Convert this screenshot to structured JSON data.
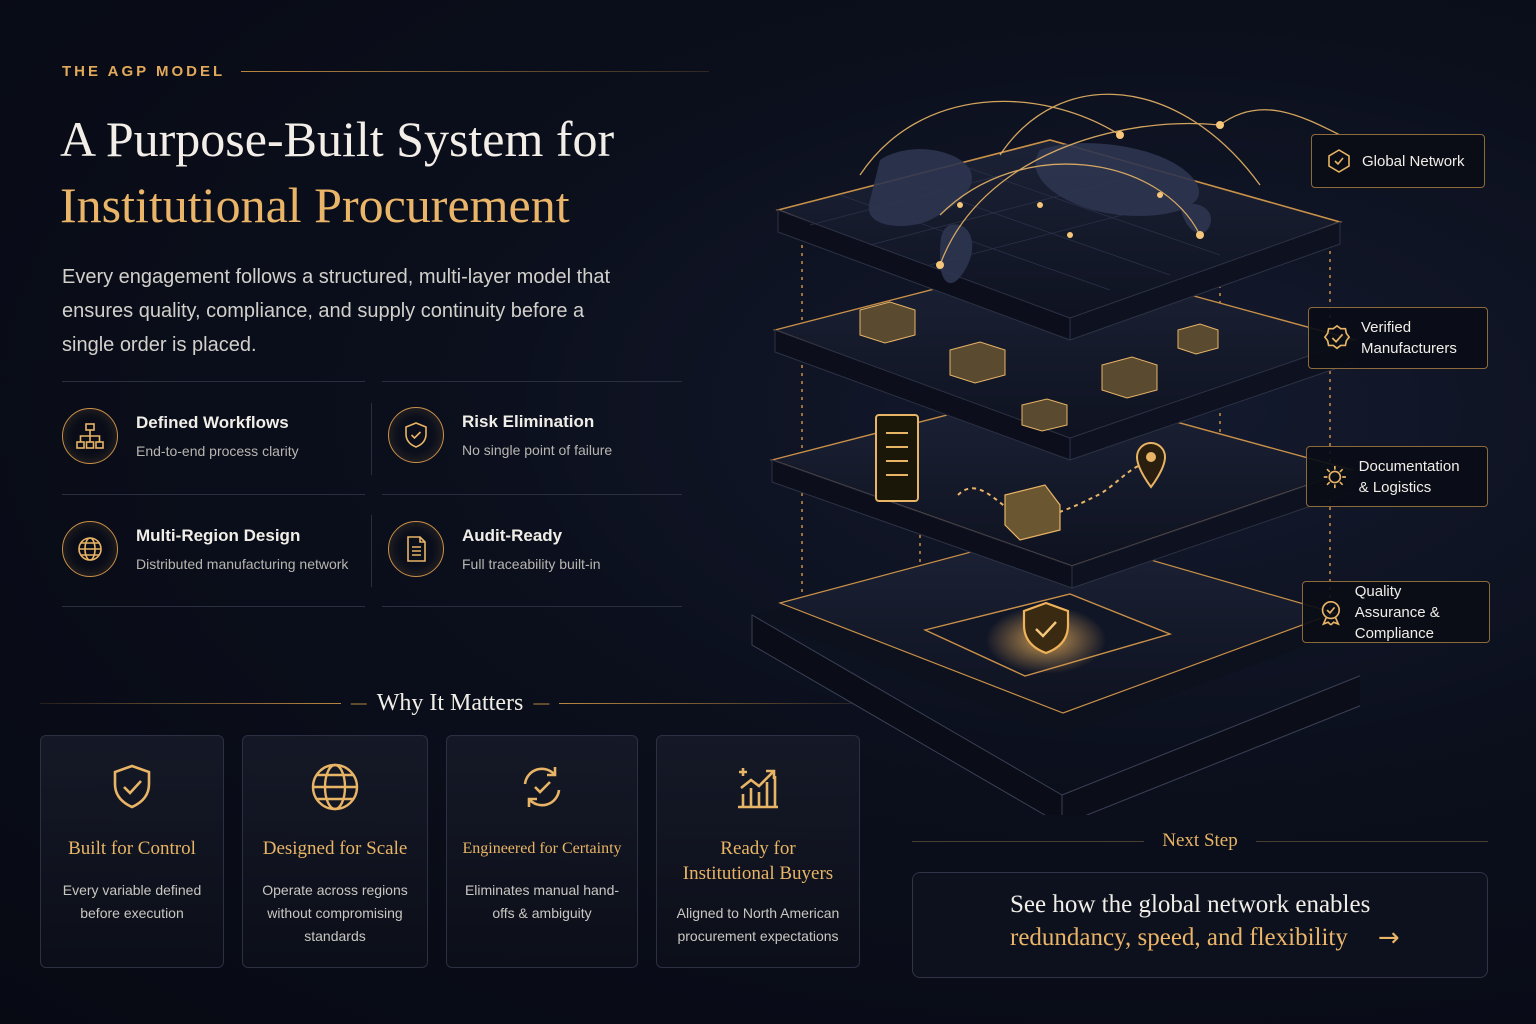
{
  "eyebrow": "THE AGP MODEL",
  "title": {
    "line1": "A Purpose-Built System for",
    "line2": "Institutional Procurement"
  },
  "lead": "Every engagement follows a structured, multi-layer model that ensures quality, compliance, and supply continuity before a single order is placed.",
  "features": [
    {
      "title": "Defined Workflows",
      "sub": "End-to-end process clarity",
      "icon": "workflow-icon"
    },
    {
      "title": "Risk Elimination",
      "sub": "No single point of failure",
      "icon": "shield-icon"
    },
    {
      "title": "Multi-Region Design",
      "sub": "Distributed manufacturing network",
      "icon": "globe-icon"
    },
    {
      "title": "Audit-Ready",
      "sub": "Full traceability built-in",
      "icon": "document-icon"
    }
  ],
  "why": {
    "label": "Why It Matters",
    "cards": [
      {
        "title": "Built for Control",
        "sub": "Every variable defined before execution",
        "icon": "shield-check-icon"
      },
      {
        "title": "Designed for Scale",
        "sub": "Operate across regions without compromising standards",
        "icon": "globe-icon"
      },
      {
        "title": "Engineered for Certainty",
        "sub": "Eliminates manual hand-offs & ambiguity",
        "icon": "cycle-check-icon"
      },
      {
        "title": "Ready for Institutional Buyers",
        "sub": "Aligned to North American procurement expectations",
        "icon": "growth-chart-icon"
      }
    ]
  },
  "next_step": {
    "label": "Next Step",
    "line1": "See how the global network enables",
    "line2": "redundancy, speed, and flexibility",
    "arrow": "→"
  },
  "layers": [
    {
      "label": "Global Network",
      "icon": "network-hex-icon"
    },
    {
      "label": "Verified Manufacturers",
      "icon": "badge-check-icon"
    },
    {
      "label": "Documentation & Logistics",
      "icon": "gear-leaf-icon"
    },
    {
      "label": "Quality Assurance & Compliance",
      "icon": "award-icon"
    }
  ],
  "colors": {
    "accent": "#e8b465",
    "background": "#0b0f1c",
    "border": "#2b3042"
  }
}
